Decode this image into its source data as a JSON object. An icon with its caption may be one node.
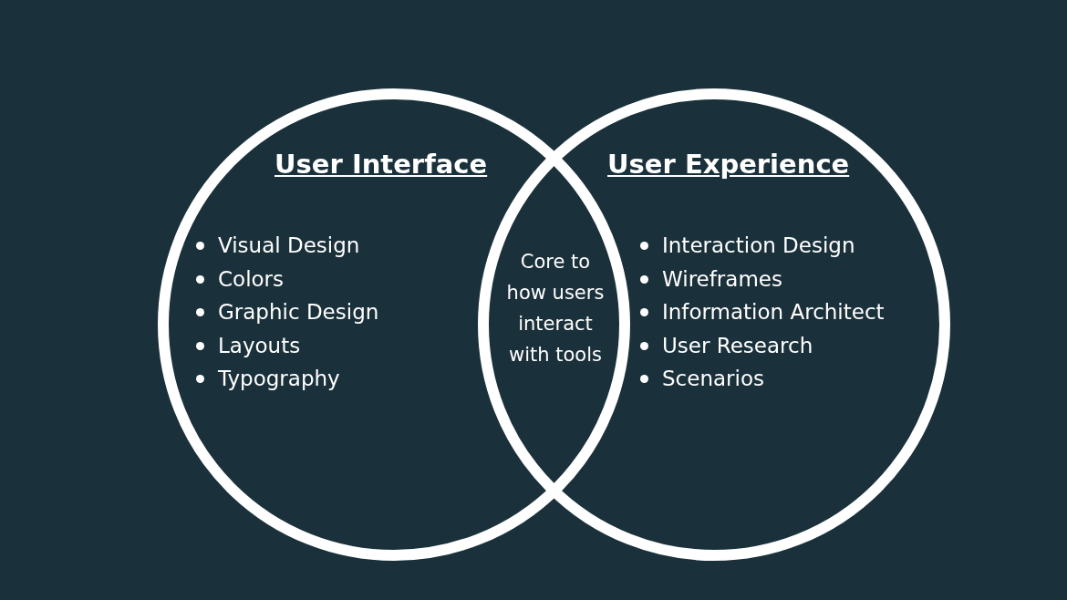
{
  "diagram": {
    "nodes": [
      {
        "text": [
          "User Interface",
          "Visual Design",
          "Colors",
          "Graphic Design",
          "Layouts",
          "Typography"
        ]
      },
      {
        "text": [
          "User Experience",
          "Interaction Design",
          "Wireframes",
          "Information Architect",
          "User Research",
          "Scenarios"
        ]
      }
    ],
    "edges": [],
    "labels": [
      "Core to how users interact with tools"
    ]
  }
}
